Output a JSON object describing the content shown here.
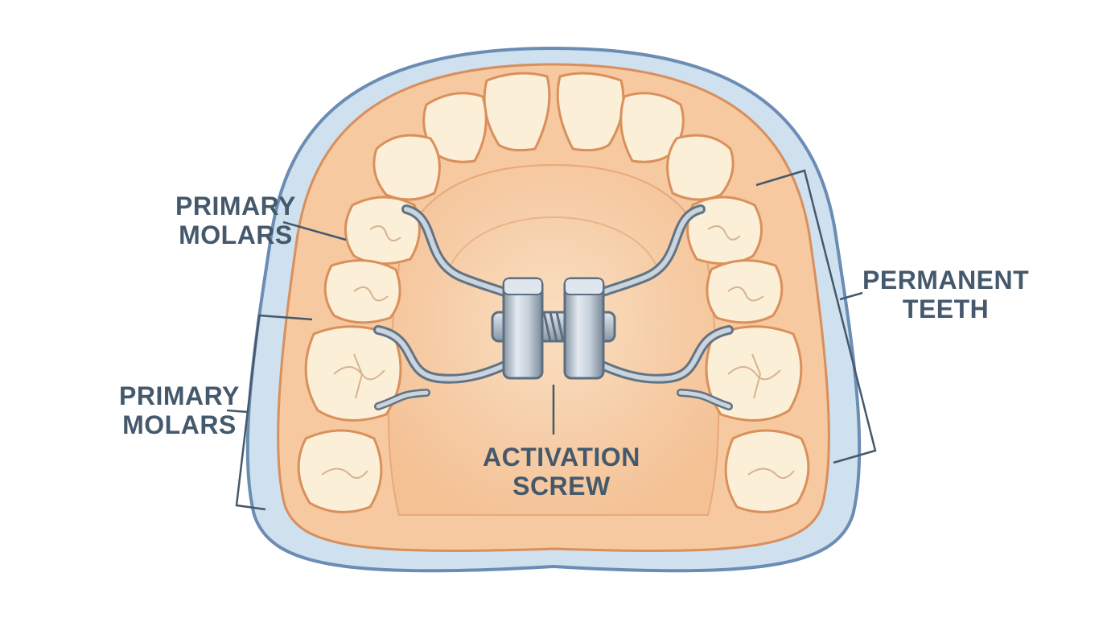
{
  "labels": {
    "primary_molars_upper": [
      "PRIMARY",
      "MOLARS"
    ],
    "primary_molars_lower": [
      "PRIMARY",
      "MOLARS"
    ],
    "permanent_teeth": [
      "PERMANENT",
      "TEETH"
    ],
    "activation_screw": [
      "ACTIVATION",
      "SCREW"
    ]
  },
  "colors": {
    "tray_outline": "#6b8db4",
    "tray_fill": "#c9dced",
    "gum": "#f6c9a1",
    "gum_outline": "#d88f5c",
    "palate": "#f8d6b3",
    "tooth": "#fcefd8",
    "tooth_outline": "#d9905b",
    "wire": "#9aa9b8",
    "wire_dark": "#627383",
    "text": "#45596c"
  }
}
